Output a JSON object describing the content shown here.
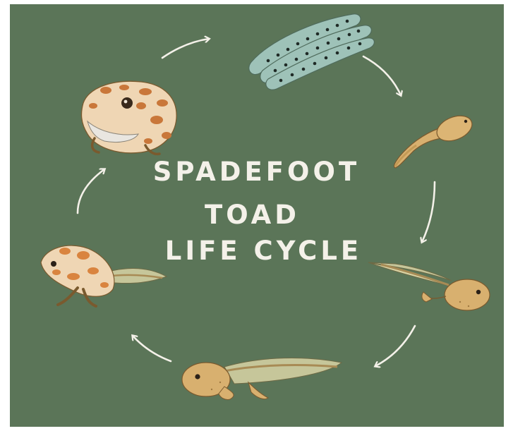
{
  "diagram": {
    "title_lines": [
      "SPADEFOOT",
      "TOAD",
      "LIFE CYCLE"
    ],
    "colors": {
      "background": "#5b7558",
      "text": "#f4f1e9",
      "arrow": "#f4f1e9",
      "egg_jelly": "#9ec2b8",
      "egg_dot": "#1f2a26",
      "tadpole_skin": "#d8b06f",
      "toad_spots": "#c9773a",
      "toad_base": "#efd6b4"
    },
    "stages": [
      {
        "name": "eggs",
        "icon": "egg-strand-icon"
      },
      {
        "name": "hatchling",
        "icon": "hatchling-tadpole-icon"
      },
      {
        "name": "tadpole",
        "icon": "tadpole-icon"
      },
      {
        "name": "tadpole with legs",
        "icon": "legged-tadpole-icon"
      },
      {
        "name": "froglet",
        "icon": "froglet-icon"
      },
      {
        "name": "adult toad",
        "icon": "adult-toad-icon"
      }
    ]
  }
}
